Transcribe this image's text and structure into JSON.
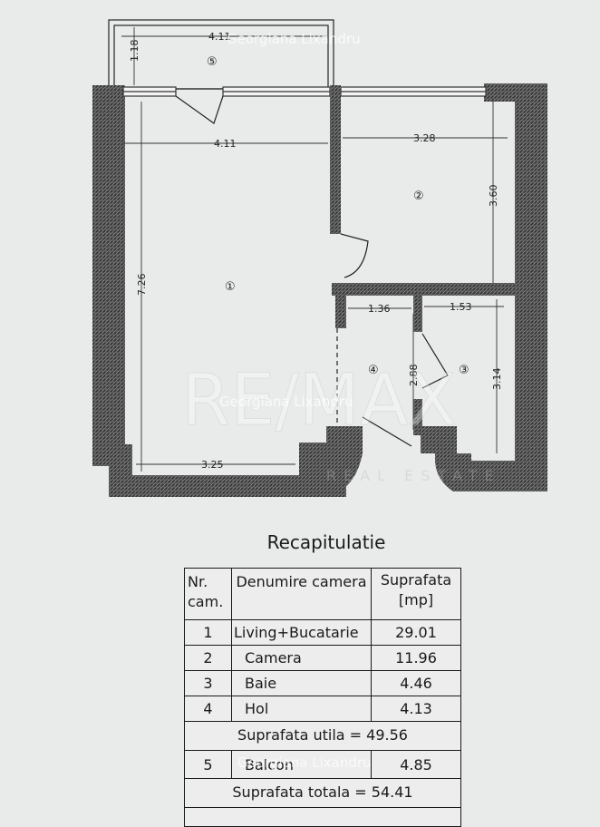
{
  "plan": {
    "dimensions": {
      "balcony_width": "4.11",
      "balcony_depth": "1.18",
      "living_width": "4.11",
      "living_depth": "7.26",
      "living_bottom_width": "3.25",
      "room2_width": "3.28",
      "room2_depth": "3.60",
      "hall_width": "1.36",
      "hall_depth": "2.88",
      "bath_width": "1.53",
      "bath_depth": "3.14"
    },
    "rooms": [
      "①",
      "②",
      "③",
      "④",
      "⑤"
    ],
    "watermarks": [
      "Georgiana Lixandru",
      "Georgiana Lixandru",
      "Georgiana Lixandru"
    ],
    "logo_text": "RE/MAX",
    "logo_subtext": "REAL ESTATE"
  },
  "summary": {
    "title": "Recapitulatie",
    "headers": {
      "nr": "Nr. cam.",
      "name": "Denumire camera",
      "area": "Suprafata [mp]"
    },
    "rows": [
      {
        "nr": "1",
        "name": "Living+Bucatarie",
        "area": "29.01"
      },
      {
        "nr": "2",
        "name": "Camera",
        "area": "11.96"
      },
      {
        "nr": "3",
        "name": "Baie",
        "area": "4.46"
      },
      {
        "nr": "4",
        "name": "Hol",
        "area": "4.13"
      }
    ],
    "useful_area": "Suprafata utila = 49.56",
    "balcony": {
      "nr": "5",
      "name": "Balcon",
      "area": "4.85"
    },
    "total_area": "Suprafata totala = 54.41"
  }
}
